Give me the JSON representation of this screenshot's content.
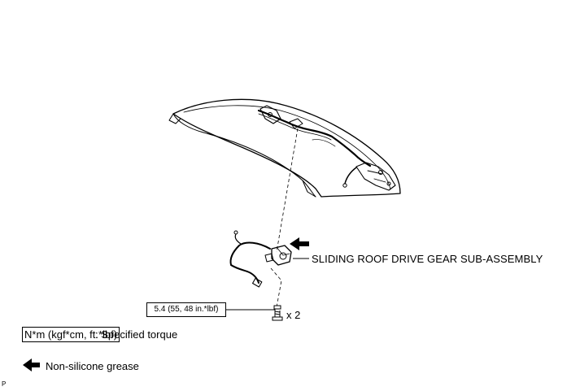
{
  "callouts": {
    "part_name": "SLIDING ROOF DRIVE GEAR SUB-ASSEMBLY",
    "torque_value": "5.4 (55, 48 in.*lbf)",
    "quantity": "x 2"
  },
  "legend": {
    "torque_unit": "N*m (kgf*cm, ft.*lbf)",
    "torque_desc": ": Specified torque",
    "grease_desc": "Non-silicone grease"
  },
  "figure_code": "P"
}
